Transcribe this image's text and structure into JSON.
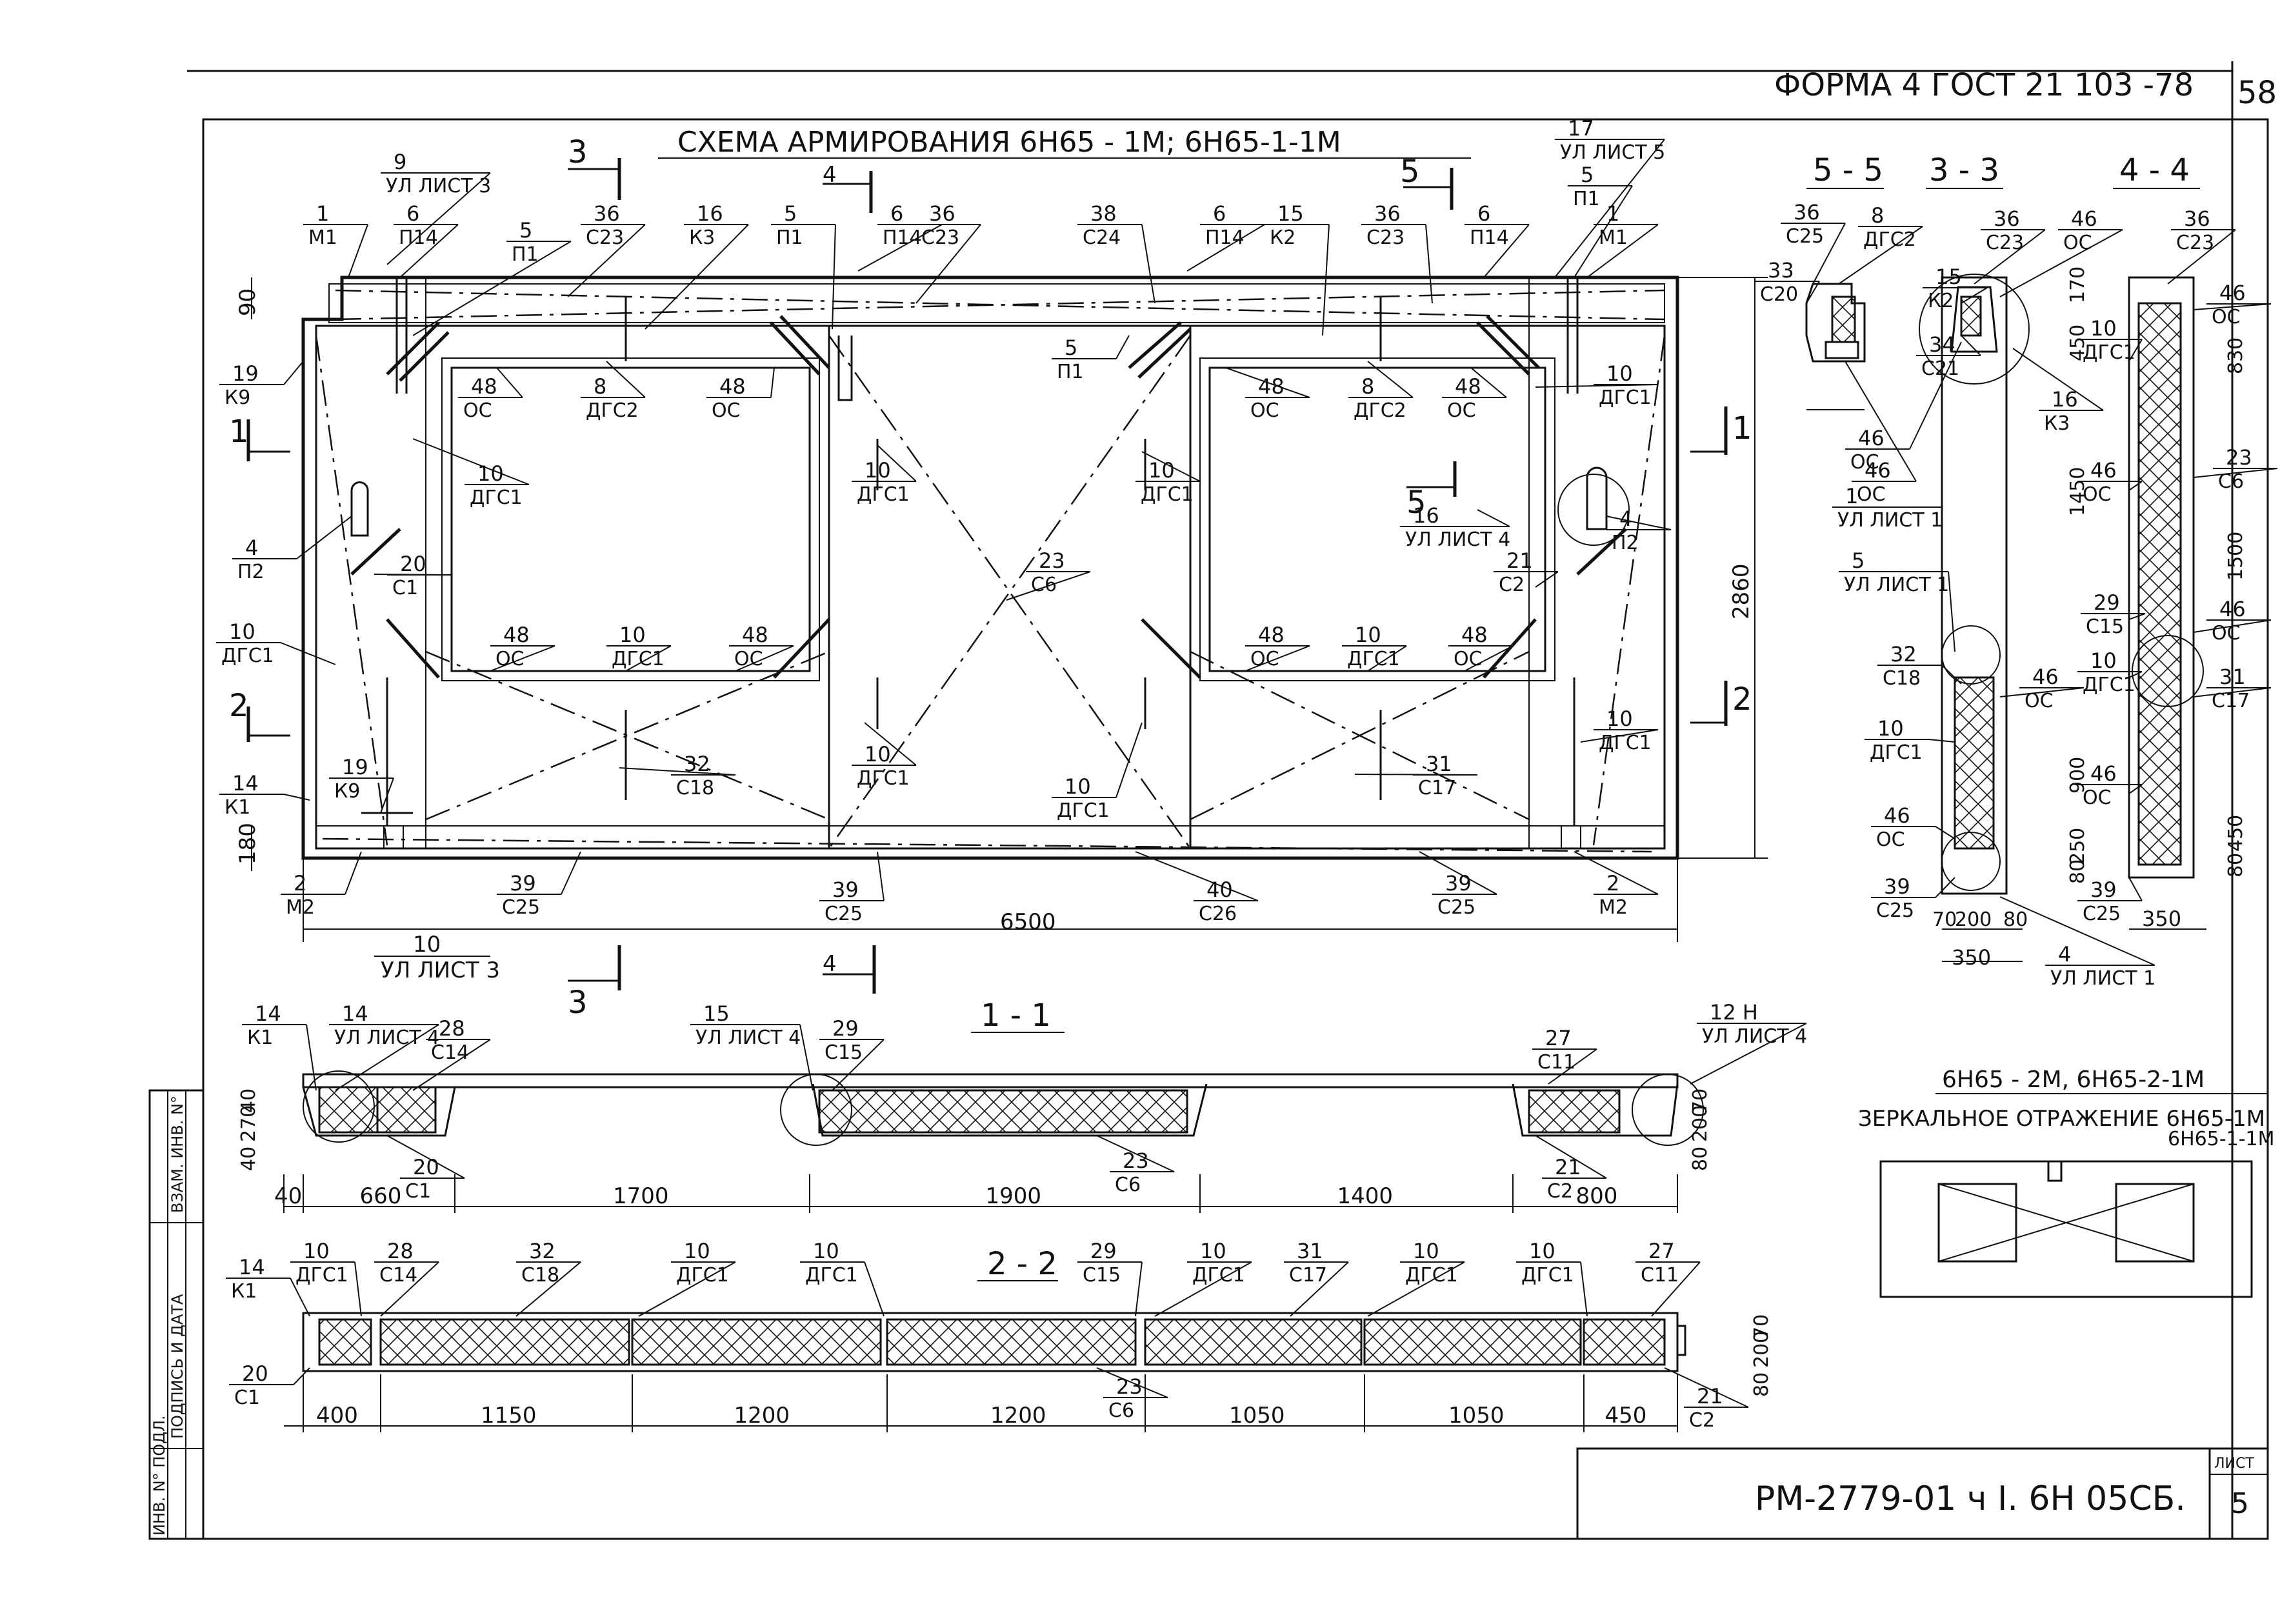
{
  "header": {
    "form": "ФОРМА 4  ГОСТ 21 103 -78",
    "sheet_top": "58"
  },
  "title": {
    "scheme": "СХЕМА    АРМИРОВАНИЯ    6Н65 - 1М; 6Н65-1-1М"
  },
  "sections": {
    "s55": "5 - 5",
    "s33": "3 - 3",
    "s44": "4 - 4",
    "s11": "1 - 1",
    "s22": "2 - 2",
    "cut3": "3",
    "cut4": "4",
    "cut5": "5",
    "cut1": "1",
    "cut2": "2"
  },
  "mirror": {
    "line1": "6Н65 - 2М, 6Н65-2-1М",
    "line2": "ЗЕРКАЛЬНОЕ ОТРАЖЕНИЕ  6Н65-1М",
    "line3": "6Н65-1-1М"
  },
  "side_stamp": {
    "c1": "ИНВ. N° ПОДЛ.",
    "c2": "ПОДПИСЬ И ДАТА",
    "c3": "ВЗАМ. ИНВ. N°"
  },
  "stamp": {
    "code": "РМ-2779-01 ч I. 6Н 05СБ.",
    "sheet_label": "ЛИСТ",
    "sheet_no": "5"
  },
  "main_dims": {
    "total_width": "6500",
    "height": "2860",
    "top_90": "90",
    "bot_180": "180",
    "ref10": "10",
    "ref10_sheet": "УЛ ЛИСТ 3"
  },
  "main_labels": [
    {
      "n": "9",
      "d": "УЛ ЛИСТ 3"
    },
    {
      "n": "1",
      "d": "М1"
    },
    {
      "n": "6",
      "d": "П14"
    },
    {
      "n": "5",
      "d": "П1"
    },
    {
      "n": "36",
      "d": "С23"
    },
    {
      "n": "16",
      "d": "К3"
    },
    {
      "n": "5",
      "d": "П1"
    },
    {
      "n": "6",
      "d": "П14"
    },
    {
      "n": "36",
      "d": "С23"
    },
    {
      "n": "38",
      "d": "С24"
    },
    {
      "n": "6",
      "d": "П14"
    },
    {
      "n": "15",
      "d": "К2"
    },
    {
      "n": "36",
      "d": "С23"
    },
    {
      "n": "6",
      "d": "П14"
    },
    {
      "n": "1",
      "d": "М1"
    },
    {
      "n": "17",
      "d": "УЛ ЛИСТ 5"
    },
    {
      "n": "5",
      "d": "П1"
    },
    {
      "n": "19",
      "d": "К9"
    },
    {
      "n": "48",
      "d": "ОС"
    },
    {
      "n": "8",
      "d": "ДГС2"
    },
    {
      "n": "48",
      "d": "ОС"
    },
    {
      "n": "5",
      "d": "П1"
    },
    {
      "n": "48",
      "d": "ОС"
    },
    {
      "n": "8",
      "d": "ДГС2"
    },
    {
      "n": "48",
      "d": "ОС"
    },
    {
      "n": "10",
      "d": "ДГС1"
    },
    {
      "n": "10",
      "d": "ДГС1"
    },
    {
      "n": "10",
      "d": "ДГС1"
    },
    {
      "n": "10",
      "d": "ДГС1"
    },
    {
      "n": "4",
      "d": "П2"
    },
    {
      "n": "20",
      "d": "С1"
    },
    {
      "n": "16",
      "d": "УЛ ЛИСТ 4"
    },
    {
      "n": "4",
      "d": "П2"
    },
    {
      "n": "23",
      "d": "С6"
    },
    {
      "n": "21",
      "d": "С2"
    },
    {
      "n": "10",
      "d": "ДГС1"
    },
    {
      "n": "48",
      "d": "ОС"
    },
    {
      "n": "10",
      "d": "ДГС1"
    },
    {
      "n": "48",
      "d": "ОС"
    },
    {
      "n": "48",
      "d": "ОС"
    },
    {
      "n": "10",
      "d": "ДГС1"
    },
    {
      "n": "48",
      "d": "ОС"
    },
    {
      "n": "32",
      "d": "С18"
    },
    {
      "n": "31",
      "d": "С17"
    },
    {
      "n": "10",
      "d": "ДГС1"
    },
    {
      "n": "10",
      "d": "ДГС1"
    },
    {
      "n": "10",
      "d": "ДГС1"
    },
    {
      "n": "14",
      "d": "К1"
    },
    {
      "n": "19",
      "d": "К9"
    },
    {
      "n": "2",
      "d": "М2"
    },
    {
      "n": "39",
      "d": "С25"
    },
    {
      "n": "39",
      "d": "С25"
    },
    {
      "n": "40",
      "d": "С26"
    },
    {
      "n": "39",
      "d": "С25"
    },
    {
      "n": "2",
      "d": "М2"
    }
  ],
  "s11_dims": [
    "40",
    "660",
    "1700",
    "1900",
    "1400",
    "800"
  ],
  "s11_vdims_left": [
    "40",
    "270",
    "40"
  ],
  "s11_vdims_right": [
    "70",
    "200",
    "80"
  ],
  "s11_labels": [
    {
      "n": "14",
      "d": "К1"
    },
    {
      "n": "14",
      "d": "УЛ ЛИСТ 4"
    },
    {
      "n": "28",
      "d": "С14"
    },
    {
      "n": "15",
      "d": "УЛ ЛИСТ 4"
    },
    {
      "n": "29",
      "d": "С15"
    },
    {
      "n": "27",
      "d": "С11"
    },
    {
      "n": "12 Н",
      "d": "УЛ ЛИСТ 4"
    },
    {
      "n": "20",
      "d": "С1"
    },
    {
      "n": "23",
      "d": "С6"
    },
    {
      "n": "21",
      "d": "С2"
    }
  ],
  "s22_dims": [
    "400",
    "1150",
    "1200",
    "1200",
    "1050",
    "1050",
    "450"
  ],
  "s22_vdims": [
    "70",
    "200",
    "80"
  ],
  "s22_labels": [
    {
      "n": "14",
      "d": "К1"
    },
    {
      "n": "10",
      "d": "ДГС1"
    },
    {
      "n": "28",
      "d": "С14"
    },
    {
      "n": "32",
      "d": "С18"
    },
    {
      "n": "10",
      "d": "ДГС1"
    },
    {
      "n": "10",
      "d": "ДГС1"
    },
    {
      "n": "29",
      "d": "С15"
    },
    {
      "n": "10",
      "d": "ДГС1"
    },
    {
      "n": "31",
      "d": "С17"
    },
    {
      "n": "10",
      "d": "ДГС1"
    },
    {
      "n": "10",
      "d": "ДГС1"
    },
    {
      "n": "27",
      "d": "С11"
    },
    {
      "n": "20",
      "d": "С1"
    },
    {
      "n": "23",
      "d": "С6"
    },
    {
      "n": "21",
      "d": "С2"
    }
  ],
  "s55_labels": [
    {
      "n": "36",
      "d": "С25"
    },
    {
      "n": "8",
      "d": "ДГС2"
    },
    {
      "n": "33",
      "d": "С20"
    },
    {
      "n": "46",
      "d": "ОС"
    }
  ],
  "s33_labels": [
    {
      "n": "36",
      "d": "С23"
    },
    {
      "n": "46",
      "d": "ОС"
    },
    {
      "n": "15",
      "d": "К2"
    },
    {
      "n": "34",
      "d": "С21"
    },
    {
      "n": "16",
      "d": "К3"
    },
    {
      "n": "46",
      "d": "ОС"
    },
    {
      "n": "1",
      "d": "УЛ ЛИСТ 1"
    },
    {
      "n": "5",
      "d": "УЛ ЛИСТ 1"
    },
    {
      "n": "32",
      "d": "С18"
    },
    {
      "n": "46",
      "d": "ОС"
    },
    {
      "n": "10",
      "d": "ДГС1"
    },
    {
      "n": "46",
      "d": "ОС"
    },
    {
      "n": "39",
      "d": "С25"
    },
    {
      "n": "4",
      "d": "УЛ ЛИСТ 1"
    }
  ],
  "s33_dims": {
    "d170": "170",
    "d450": "450",
    "d1450": "1450",
    "d900": "900",
    "d250": "250",
    "d80": "80",
    "b70": "70",
    "b200": "200",
    "b80": "80",
    "b350": "350"
  },
  "s44_labels": [
    {
      "n": "36",
      "d": "С23"
    },
    {
      "n": "46",
      "d": "ОС"
    },
    {
      "n": "10",
      "d": "ДГС1"
    },
    {
      "n": "46",
      "d": "ОС"
    },
    {
      "n": "23",
      "d": "С6"
    },
    {
      "n": "29",
      "d": "С15"
    },
    {
      "n": "10",
      "d": "ДГС1"
    },
    {
      "n": "46",
      "d": "ОС"
    },
    {
      "n": "31",
      "d": "С17"
    },
    {
      "n": "46",
      "d": "ОС"
    },
    {
      "n": "39",
      "d": "С25"
    }
  ],
  "s44_dims": {
    "d830": "830",
    "d1500": "1500",
    "d450": "450",
    "d80": "80",
    "b350": "350"
  }
}
